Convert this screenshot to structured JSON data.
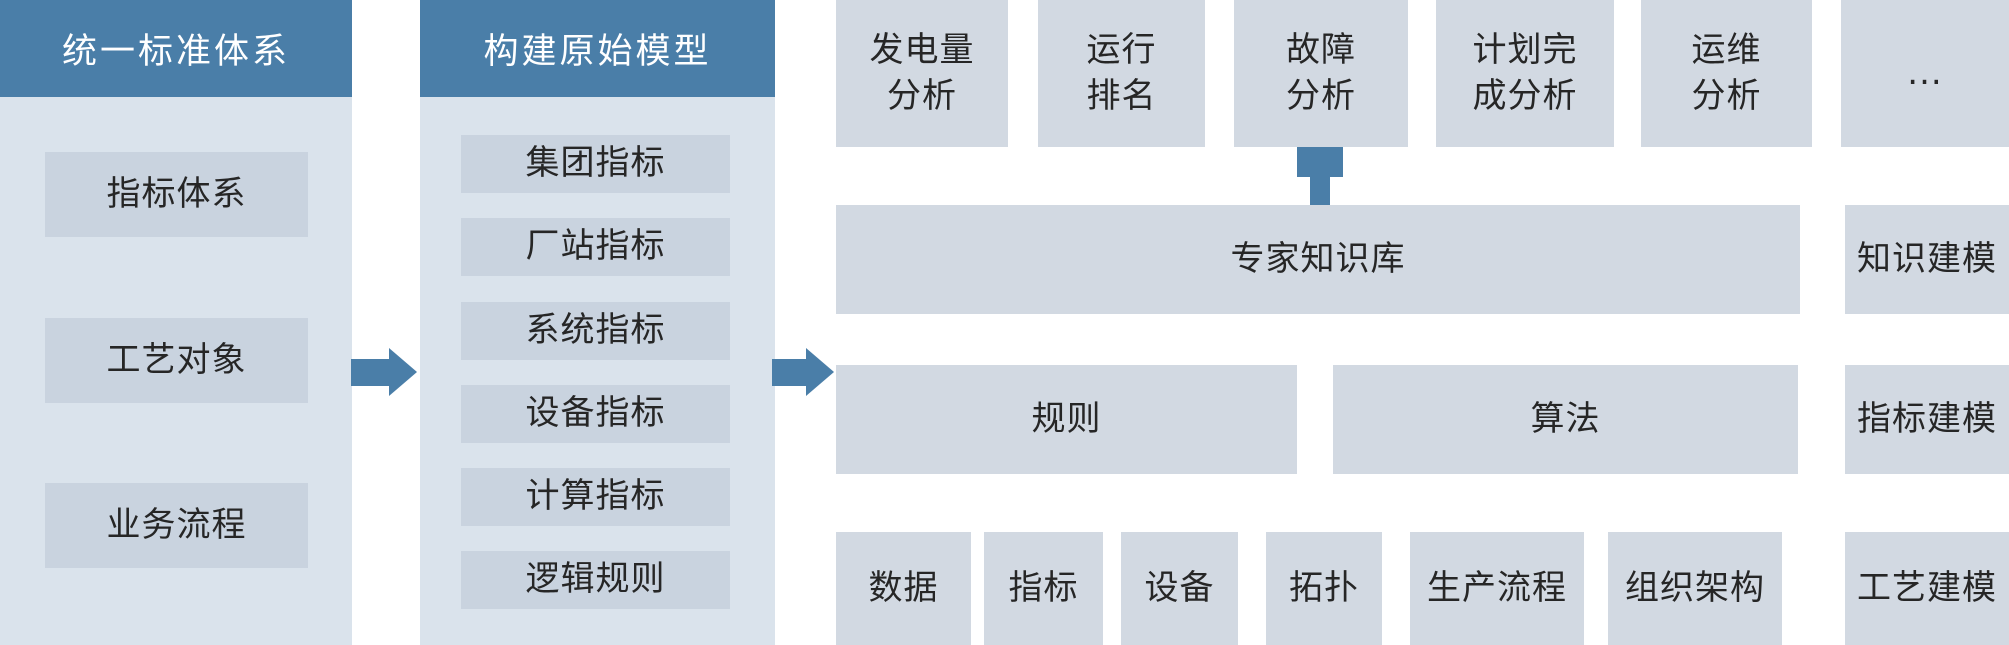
{
  "colors": {
    "page_bg": "#FFFFFF",
    "header_blue": "#4A7EA8",
    "panel_bg": "#DAE3EC",
    "left_box_bg": "#C9D3DF",
    "right_box_bg": "#D2D9E2",
    "arrow_blue": "#4A7EA8",
    "text_dark": "#262626",
    "header_text": "#FFFFFF"
  },
  "standard_panel": {
    "title": "统一标准体系",
    "items": [
      "指标体系",
      "工艺对象",
      "业务流程"
    ]
  },
  "model_panel": {
    "title": "构建原始模型",
    "items": [
      "集团指标",
      "厂站指标",
      "系统指标",
      "设备指标",
      "计算指标",
      "逻辑规则"
    ]
  },
  "analysis_row": {
    "items": [
      "发电量\n分析",
      "运行\n排名",
      "故障\n分析",
      "计划完\n成分析",
      "运维\n分析",
      "..."
    ]
  },
  "knowledge_row": {
    "main": "专家知识库",
    "side": "知识建模"
  },
  "rules_row": {
    "rule": "规则",
    "algorithm": "算法",
    "side": "指标建模"
  },
  "base_row": {
    "items": [
      "数据",
      "指标",
      "设备",
      "拓扑",
      "生产流程",
      "组织架构"
    ],
    "side": "工艺建模"
  }
}
